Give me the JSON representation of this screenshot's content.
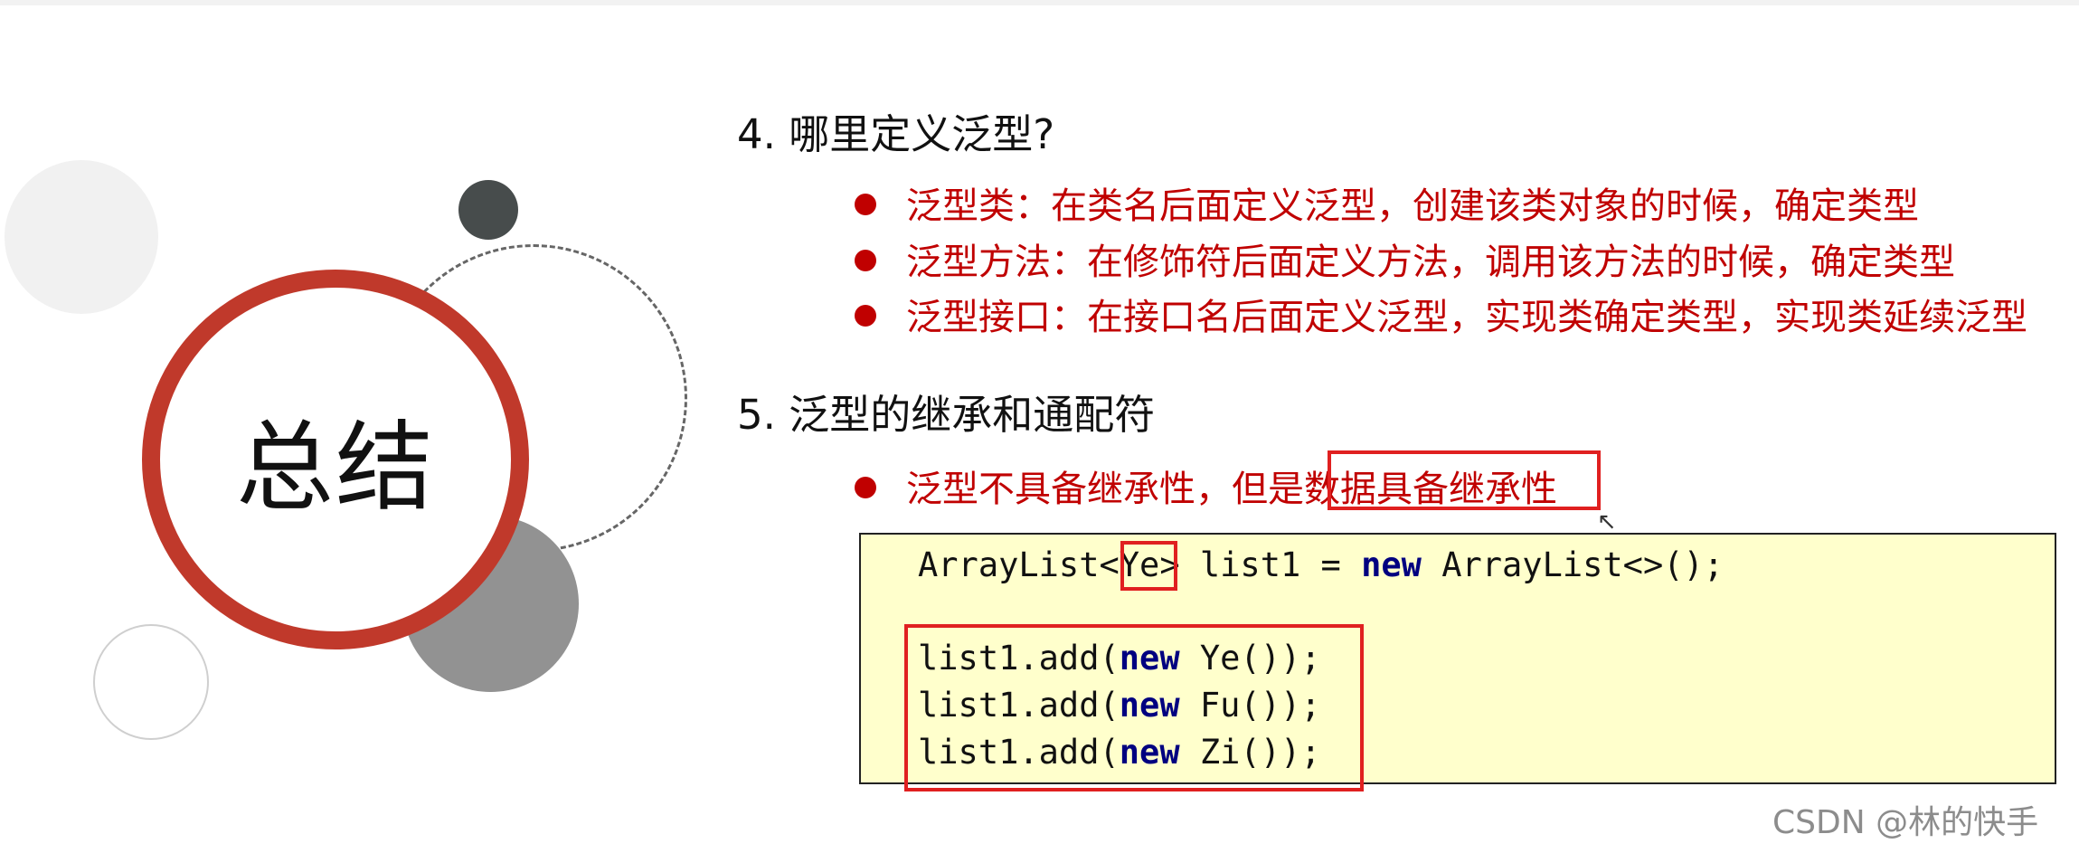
{
  "title": "总结",
  "section4": {
    "heading": "4.  哪里定义泛型?",
    "bullets": [
      "泛型类：在类名后面定义泛型，创建该类对象的时候，确定类型",
      "泛型方法：在修饰符后面定义方法，调用该方法的时候，确定类型",
      "泛型接口：在接口名后面定义泛型，实现类确定类型，实现类延续泛型"
    ]
  },
  "section5": {
    "heading": "5.  泛型的继承和通配符",
    "bullet_prefix": "泛型不具备继承性，但是",
    "bullet_highlight": "数据具备继承性"
  },
  "code": {
    "line1_a": "ArrayList<",
    "line1_type": "Ye",
    "line1_b": "> list1 = ",
    "line1_kw": "new",
    "line1_c": " ArrayList<>();",
    "add_lines": [
      {
        "pre": "list1.add(",
        "kw": "new",
        "post": " Ye());"
      },
      {
        "pre": "list1.add(",
        "kw": "new",
        "post": " Fu());"
      },
      {
        "pre": "list1.add(",
        "kw": "new",
        "post": " Zi());"
      }
    ]
  },
  "watermark": "CSDN @林的快手",
  "colors": {
    "accent_red": "#c0392b",
    "text_red": "#c00000",
    "code_bg": "#ffffcc",
    "keyword": "#000080"
  },
  "icons": [
    "bullet-dot-icon",
    "mouse-cursor-icon"
  ]
}
